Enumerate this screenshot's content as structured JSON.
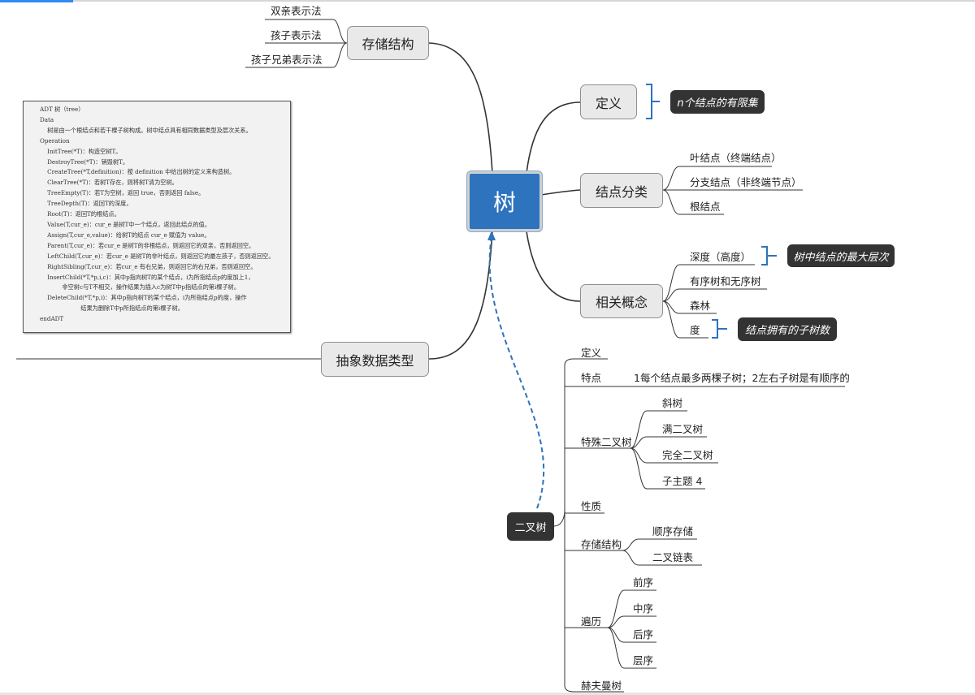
{
  "root": {
    "label": "树"
  },
  "storage": {
    "label": "存储结构",
    "items": [
      "双亲表示法",
      "孩子表示法",
      "孩子兄弟表示法"
    ]
  },
  "definition": {
    "label": "定义",
    "note": "n个结点的有限集"
  },
  "node_types": {
    "label": "结点分类",
    "items": [
      "叶结点（终端结点）",
      "分支结点（非终端节点）",
      "根结点"
    ]
  },
  "concepts": {
    "label": "相关概念",
    "items": [
      "深度（高度）",
      "有序树和无序树",
      "森林",
      "度"
    ],
    "depth_note": "树中结点的最大层次",
    "degree_note": "结点拥有的子树数"
  },
  "adt": {
    "label": "抽象数据类型",
    "doc_lines": [
      "ADT 树（tree）",
      "Data",
      "    树是由一个根结点和若干棵子树构成。树中结点具有相同数据类型及层次关系。",
      "Operation",
      "    InitTree(*T)：构造空树T。",
      "    DestroyTree(*T)：销毁树T。",
      "    CreateTree(*T,definition)：按 definition 中给出树的定义来构造树。",
      "    ClearTree(*T)：若树T存在，则将树T清为空树。",
      "    TreeEmpty(T)：若T为空树，返回 true，否则返回 false。",
      "    TreeDepth(T)：返回T的深度。",
      "    Root(T)：返回T的根结点。",
      "    Value(T,cur_e)：cur_e 是树T中一个结点，返回此结点的值。",
      "    Assign(T,cur_e,value)：给树T的结点 cur_e 赋值为 value。",
      "    Parent(T,cur_e)：若cur_e 是树T的非根结点，则返回它的双亲，否则返回空。",
      "    LeftChild(T,cur_e)：若cur_e 是树T的非叶结点，则返回它的最左孩子，否则返回空。",
      "    RightSibling(T,cur_e)：若cur_e 有右兄弟，则返回它的右兄弟，否则返回空。",
      "    InsertChild(*T,*p,i,c)：其中p指向树T的某个结点，i为所指结点p的度加上1，",
      "            非空树c与T不相交，操作结果为插入c为树T中p指结点的第i棵子树。",
      "    DeleteChild(*T,*p,i)：其中p指向树T的某个结点，i为所指结点p的度，操作",
      "                      结果为删除T中p所指结点的第i棵子树。",
      "endADT"
    ]
  },
  "binary_tree": {
    "label": "二叉树",
    "definition": "定义",
    "feature": {
      "label": "特点",
      "value": "1每个结点最多两棵子树；2左右子树是有顺序的"
    },
    "special": {
      "label": "特殊二叉树",
      "items": [
        "斜树",
        "满二叉树",
        "完全二叉树",
        "子主题 4"
      ]
    },
    "property": "性质",
    "storage": {
      "label": "存储结构",
      "items": [
        "顺序存储",
        "二叉链表"
      ]
    },
    "traversal": {
      "label": "遍历",
      "items": [
        "前序",
        "中序",
        "后序",
        "层序"
      ]
    },
    "huffman": "赫夫曼树"
  },
  "colors": {
    "root_fill": "#2d73bd",
    "node_fill": "#e9e9e9",
    "dark_fill": "#333333",
    "bracket": "#2d73bd",
    "dashed_link": "#2d73bd"
  }
}
